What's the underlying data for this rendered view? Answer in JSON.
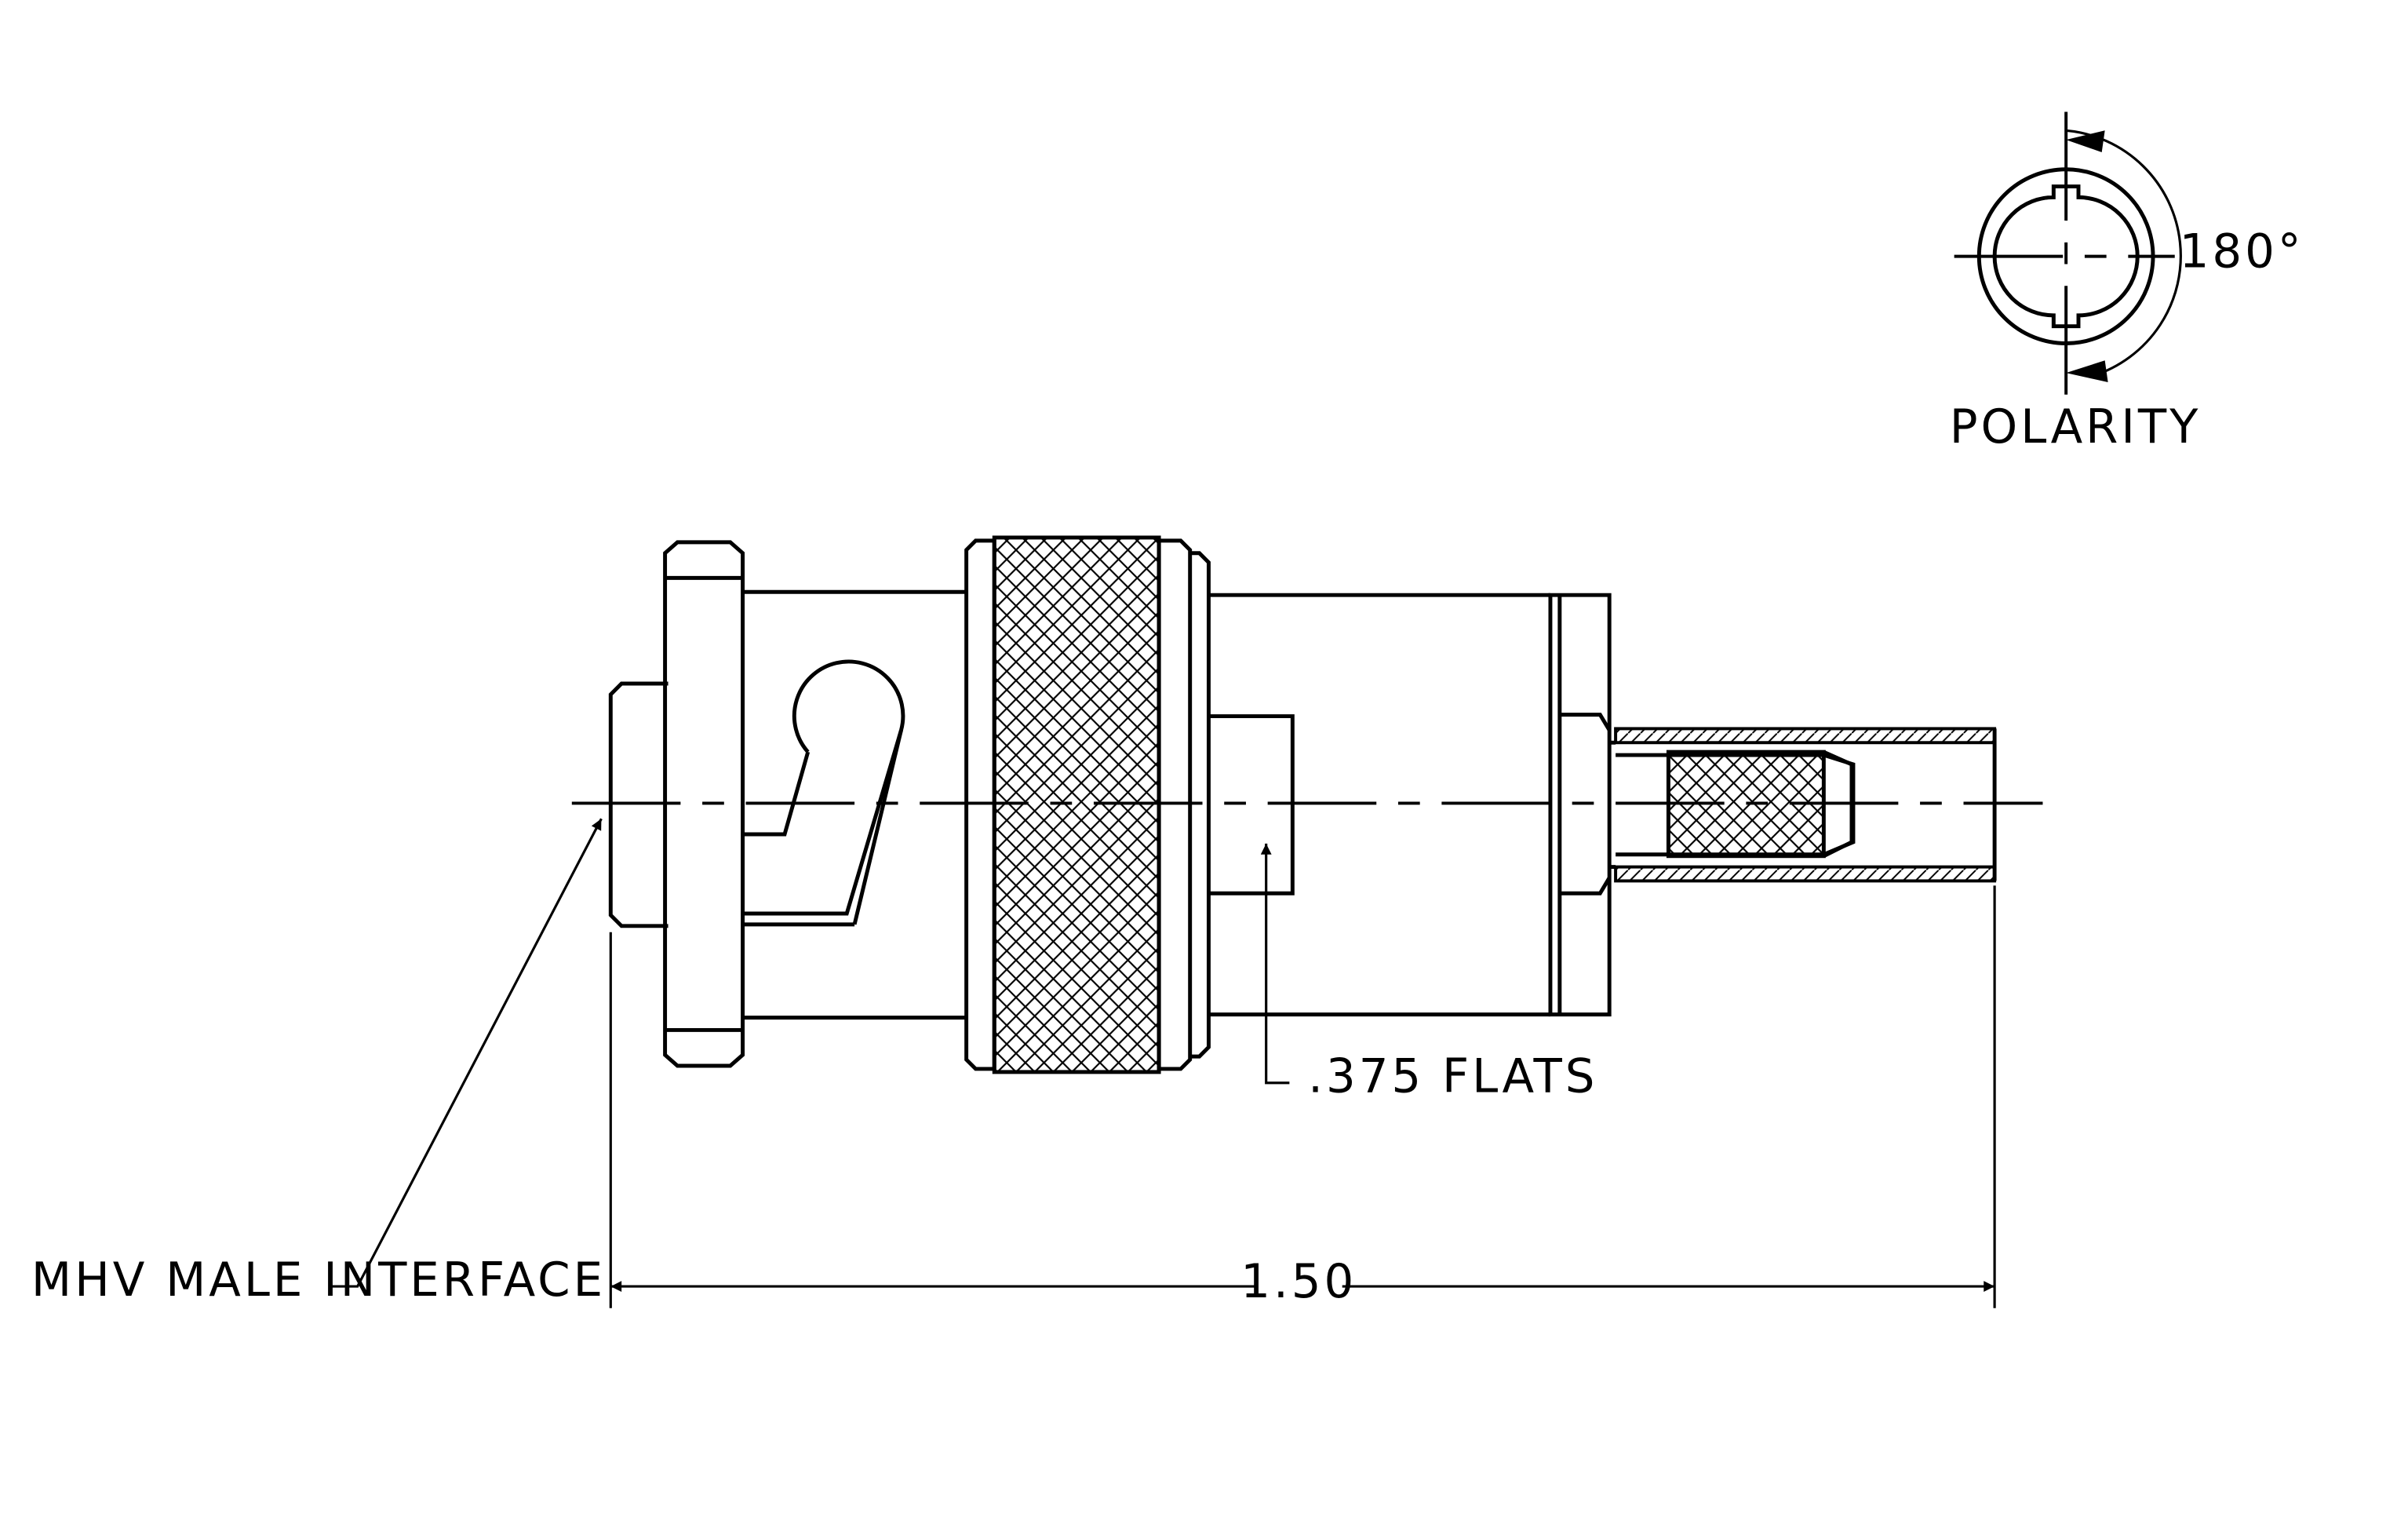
{
  "labels": {
    "polarity": "POLARITY",
    "angle": "180°",
    "flats": ".375 FLATS",
    "interface": "MHV MALE INTERFACE",
    "length": "1.50"
  }
}
